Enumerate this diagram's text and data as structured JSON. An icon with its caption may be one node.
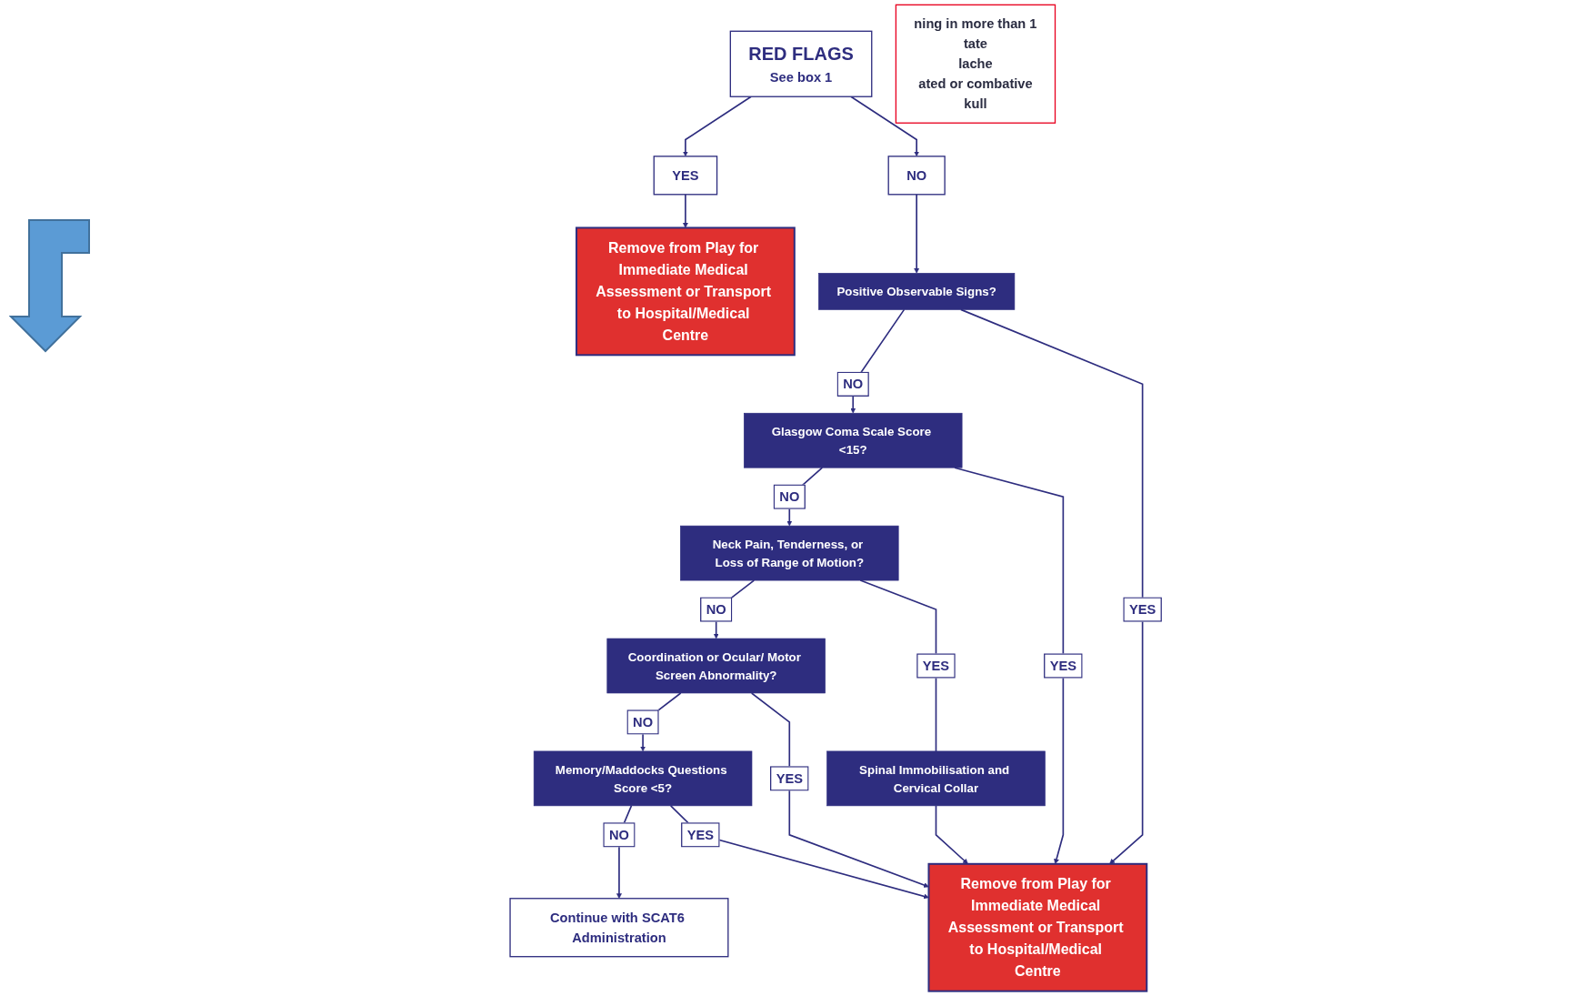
{
  "diagram": {
    "nodes": [
      {
        "text": [
          "RED FLAGS",
          "See box 1"
        ]
      },
      {
        "text": [
          "YES"
        ]
      },
      {
        "text": [
          "NO"
        ]
      },
      {
        "text": [
          "Remove from Play for Immediate Medical Assessment or Transport to Hospital/Medical Centre"
        ]
      },
      {
        "text": [
          "Positive Observable Signs?"
        ]
      },
      {
        "text": [
          "Glasgow Coma Scale Score <15?"
        ]
      },
      {
        "text": [
          "Spinal Immobilisation and Cervical Collar"
        ]
      },
      {
        "text": [
          "Neck Pain, Tenderness, or Loss of Range of Motion?"
        ]
      },
      {
        "text": [
          "Coordination or Ocular/ Motor Screen Abnormality?"
        ]
      },
      {
        "text": [
          "Memory/Maddocks Questions Score <5?"
        ]
      },
      {
        "text": [
          "Continue with SCAT6 Administration"
        ]
      },
      {
        "text": [
          "Remove from Play for Immediate Medical Assessment or Transport to Hospital/Medical Centre"
        ]
      },
      {
        "text": [
          "ning in more than 1",
          "tate",
          "lache",
          "ated or combative",
          "kull"
        ]
      }
    ],
    "edges": [
      {
        "from": 0,
        "to": 1,
        "arrow": "to"
      },
      {
        "from": 0,
        "to": 2,
        "arrow": "to"
      },
      {
        "from": 1,
        "to": 3,
        "arrow": "to"
      },
      {
        "from": 2,
        "to": 4,
        "arrow": "to"
      },
      {
        "from": 4,
        "to": 5,
        "arrow": "to",
        "label": "NO"
      },
      {
        "from": 5,
        "to": 7,
        "arrow": "to",
        "label": "NO"
      },
      {
        "from": 7,
        "to": 8,
        "arrow": "to",
        "label": "NO"
      },
      {
        "from": 8,
        "to": 9,
        "arrow": "to",
        "label": "NO"
      },
      {
        "from": 9,
        "to": 10,
        "arrow": "to",
        "label": "NO"
      },
      {
        "from": 4,
        "to": 11,
        "arrow": "to",
        "label": "YES"
      },
      {
        "from": 5,
        "to": 11,
        "arrow": "to",
        "label": "YES"
      },
      {
        "from": 7,
        "to": 6,
        "arrow": "none",
        "label": "YES"
      },
      {
        "from": 6,
        "to": 11,
        "arrow": "to"
      },
      {
        "from": 8,
        "to": 11,
        "arrow": "to",
        "label": "YES"
      },
      {
        "from": 9,
        "to": 11,
        "arrow": "to",
        "label": "YES"
      }
    ]
  }
}
